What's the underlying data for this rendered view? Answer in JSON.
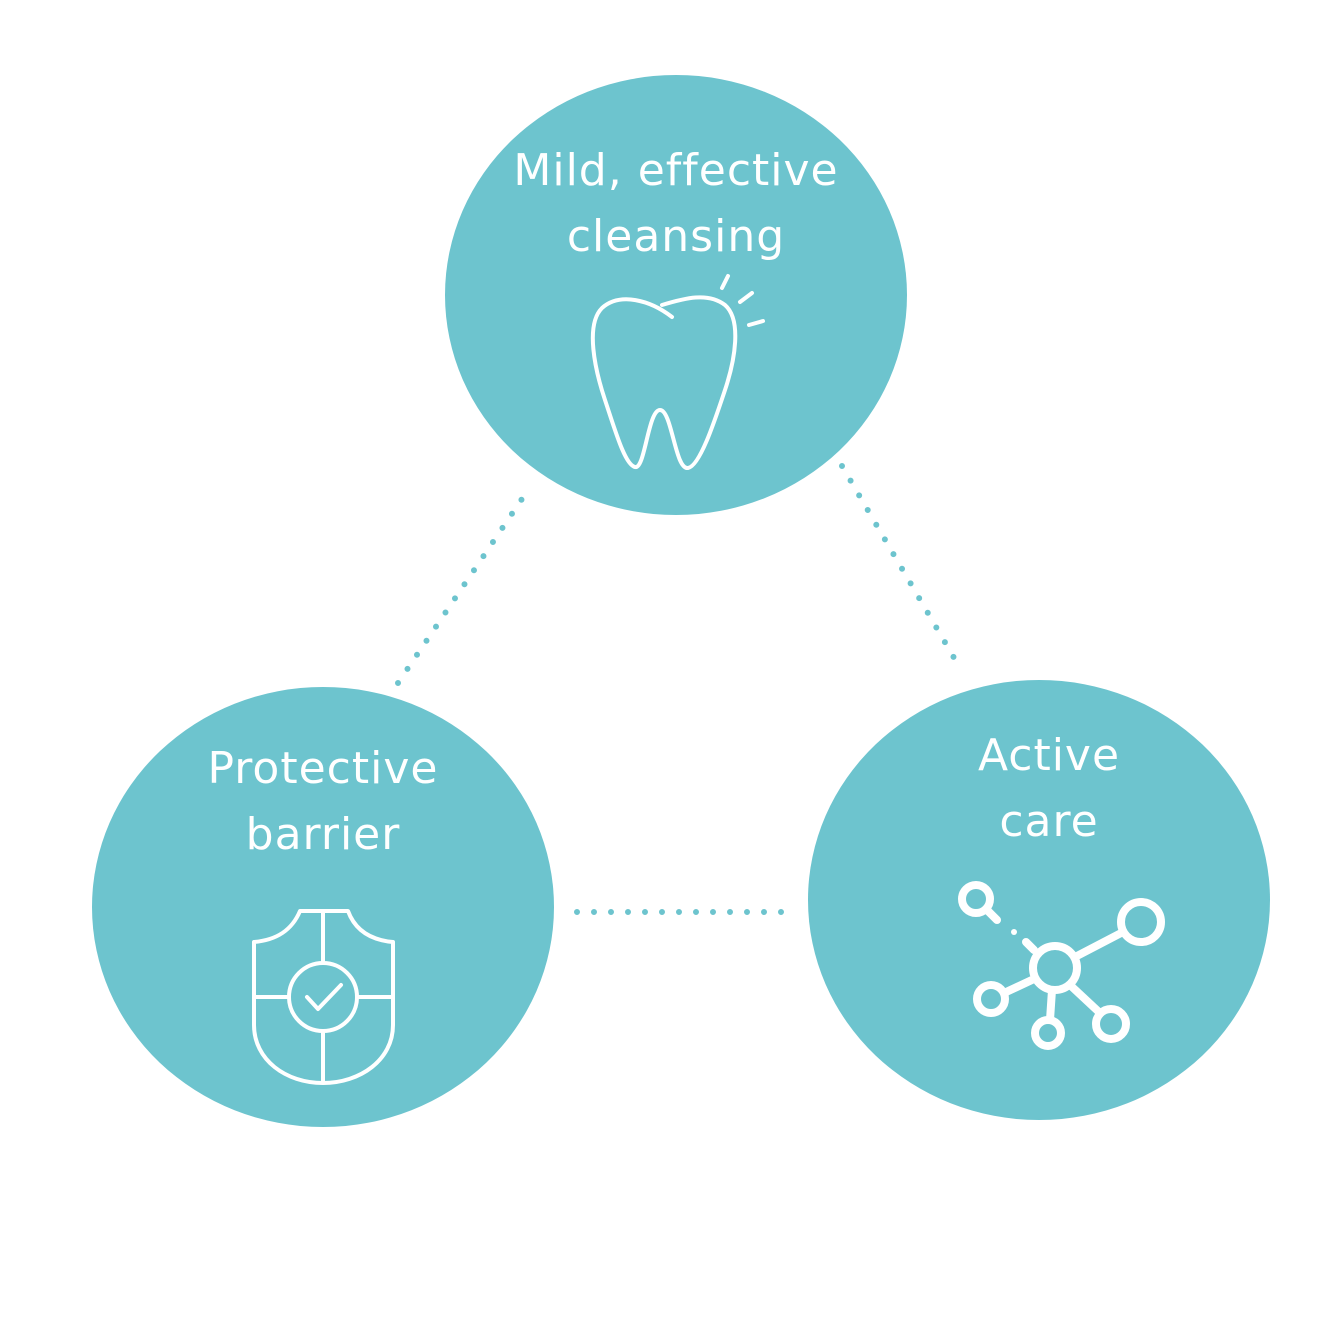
{
  "colors": {
    "circle": "#6dc4ce",
    "dots": "#6dc4ce",
    "icon": "#ffffff"
  },
  "nodes": [
    {
      "line1": "Mild, effective",
      "line2": "cleansing",
      "icon": "tooth-icon"
    },
    {
      "line1": "Protective",
      "line2": "barrier",
      "icon": "shield-check-icon"
    },
    {
      "line1": "Active",
      "line2": "care",
      "icon": "molecule-network-icon"
    }
  ]
}
